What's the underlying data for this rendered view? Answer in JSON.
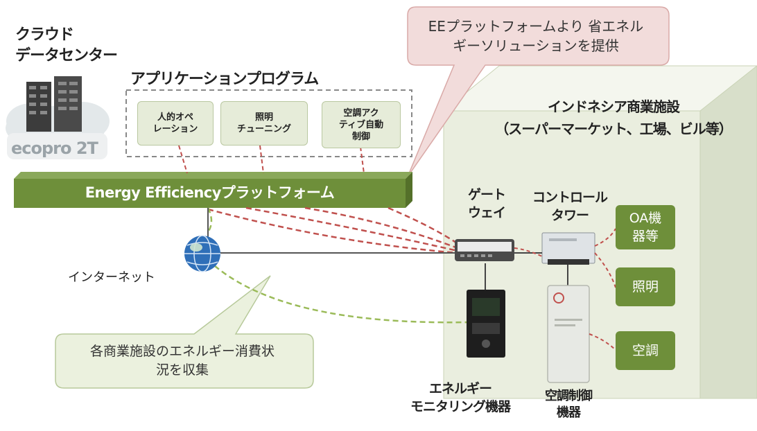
{
  "cloud": {
    "title_line1": "クラウド",
    "title_line2": "データセンター",
    "logo_text": "ecopro 2T"
  },
  "applications": {
    "title": "アプリケーションプログラム",
    "items": [
      {
        "line1": "人的オペ",
        "line2": "レーション",
        "line3": ""
      },
      {
        "line1": "照明",
        "line2": "チューニング",
        "line3": ""
      },
      {
        "line1": "空調アク",
        "line2": "ティブ自動",
        "line3": "制御"
      }
    ]
  },
  "platform": {
    "label": "Energy Efficiencyプラットフォーム"
  },
  "callout_top": {
    "line1": "EEプラットフォームより 省エネル",
    "line2": "ギーソリューションを提供"
  },
  "facility": {
    "line1": "インドネシア商業施設",
    "line2": "（スーパーマーケット、工場、ビル等）"
  },
  "devices": {
    "gateway": {
      "line1": "ゲート",
      "line2": "ウェイ"
    },
    "control_tower": {
      "line1": "コントロール",
      "line2": "タワー"
    },
    "energy_monitor": {
      "line1": "エネルギー",
      "line2": "モニタリング機器"
    },
    "aircon_control": {
      "line1": "空調制御",
      "line2": "機器"
    }
  },
  "equipment": [
    {
      "line1": "OA機",
      "line2": "器等"
    },
    {
      "line1": "照明",
      "line2": ""
    },
    {
      "line1": "空調",
      "line2": ""
    }
  ],
  "internet": {
    "label": "インターネット"
  },
  "callout_bottom": {
    "line1": "各商業施設のエネルギー消費状",
    "line2": "況を収集"
  },
  "colors": {
    "platform_green": "#6e8f3a",
    "box_green": "#6e8f3a",
    "red_dash": "#c0504d",
    "green_dash": "#9bbb59",
    "callout_pink": "#f2dcdb",
    "callout_green": "#ebf1de"
  }
}
